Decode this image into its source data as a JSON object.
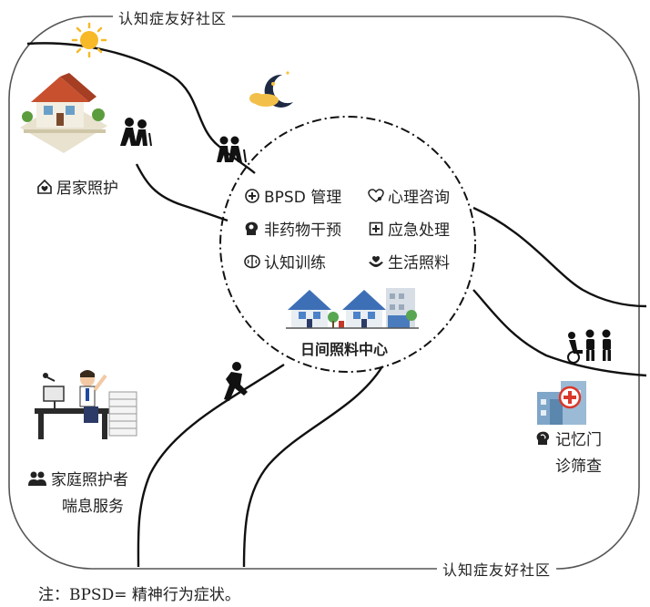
{
  "frame": {
    "top_title": "认知症友好社区",
    "bottom_title": "认知症友好社区"
  },
  "center": {
    "title": "日间照料中心",
    "services": [
      {
        "label": "BPSD 管理",
        "icon": "plus-circle-icon"
      },
      {
        "label": "心理咨询",
        "icon": "heart-stethoscope-icon"
      },
      {
        "label": "非药物干预",
        "icon": "brain-gear-icon"
      },
      {
        "label": "应急处理",
        "icon": "hospital-cross-icon"
      },
      {
        "label": "认知训练",
        "icon": "brain-icon"
      },
      {
        "label": "生活照料",
        "icon": "hands-heart-icon"
      }
    ]
  },
  "nodes": {
    "home_care": {
      "label": "居家照护",
      "icon": "home-heart-icon"
    },
    "respite": {
      "line1": "家庭照护者",
      "line2": "喘息服务",
      "icon": "two-people-icon"
    },
    "memory_clinic": {
      "line1": "记忆门",
      "line2": "诊筛查",
      "icon": "brain-head-icon"
    }
  },
  "note": "注：BPSD= 精神行为症状。"
}
